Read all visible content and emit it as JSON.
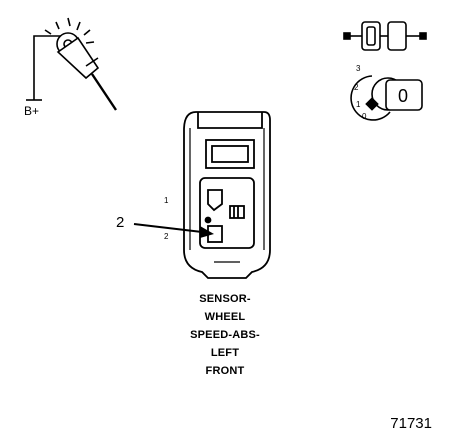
{
  "tester": {
    "supply_label": "B+"
  },
  "ignition": {
    "position_numbers": [
      "3",
      "2",
      "1",
      "0"
    ],
    "key_position": "0"
  },
  "connector": {
    "callout": "2",
    "pin_numbers": [
      "1",
      "2"
    ]
  },
  "caption": {
    "lines": [
      "SENSOR-",
      "WHEEL",
      "SPEED-ABS-",
      "LEFT",
      "FRONT"
    ]
  },
  "figure_number": "71731",
  "colors": {
    "ink": "#000000",
    "background": "#ffffff"
  }
}
